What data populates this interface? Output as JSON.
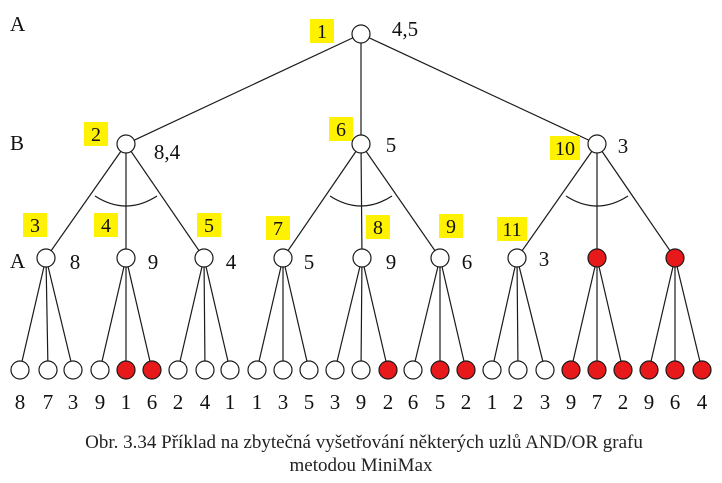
{
  "colors": {
    "line": "#1a1a1a",
    "node_fill": "#ffffff",
    "leaf_pruned": "#e8191a",
    "badge": "#fff200"
  },
  "level_labels": [
    "A",
    "B",
    "A"
  ],
  "nodes": [
    {
      "id": "root",
      "order": "1",
      "value": "4,5",
      "pruned": false
    },
    {
      "id": "b1",
      "order": "2",
      "value": "8,4",
      "pruned": false
    },
    {
      "id": "b2",
      "order": "6",
      "value": "5",
      "pruned": false
    },
    {
      "id": "b3",
      "order": "10",
      "value": "3",
      "pruned": false
    },
    {
      "id": "a1",
      "order": "3",
      "value": "8",
      "pruned": false
    },
    {
      "id": "a2",
      "order": "4",
      "value": "9",
      "pruned": false
    },
    {
      "id": "a3",
      "order": "5",
      "value": "4",
      "pruned": false
    },
    {
      "id": "a4",
      "order": "7",
      "value": "5",
      "pruned": false
    },
    {
      "id": "a5",
      "order": "8",
      "value": "9",
      "pruned": false
    },
    {
      "id": "a6",
      "order": "9",
      "value": "6",
      "pruned": false
    },
    {
      "id": "a7",
      "order": "11",
      "value": "3",
      "pruned": false
    },
    {
      "id": "a8",
      "order": "",
      "value": "",
      "pruned": true
    },
    {
      "id": "a9",
      "order": "",
      "value": "",
      "pruned": true
    }
  ],
  "leaves": [
    {
      "value": "8",
      "pruned": false
    },
    {
      "value": "7",
      "pruned": false
    },
    {
      "value": "3",
      "pruned": false
    },
    {
      "value": "9",
      "pruned": false
    },
    {
      "value": "1",
      "pruned": true
    },
    {
      "value": "6",
      "pruned": true
    },
    {
      "value": "2",
      "pruned": false
    },
    {
      "value": "4",
      "pruned": false
    },
    {
      "value": "1",
      "pruned": false
    },
    {
      "value": "1",
      "pruned": false
    },
    {
      "value": "3",
      "pruned": false
    },
    {
      "value": "5",
      "pruned": false
    },
    {
      "value": "3",
      "pruned": false
    },
    {
      "value": "9",
      "pruned": false
    },
    {
      "value": "2",
      "pruned": true
    },
    {
      "value": "6",
      "pruned": false
    },
    {
      "value": "5",
      "pruned": true
    },
    {
      "value": "2",
      "pruned": true
    },
    {
      "value": "1",
      "pruned": false
    },
    {
      "value": "2",
      "pruned": false
    },
    {
      "value": "3",
      "pruned": false
    },
    {
      "value": "9",
      "pruned": true
    },
    {
      "value": "7",
      "pruned": true
    },
    {
      "value": "2",
      "pruned": true
    },
    {
      "value": "9",
      "pruned": true
    },
    {
      "value": "6",
      "pruned": true
    },
    {
      "value": "4",
      "pruned": true
    }
  ],
  "caption": {
    "line1": "Obr. 3.34   Příklad na zbytečná vyšetřování některých uzlů AND/OR grafu",
    "line2": "metodou MiniMax"
  }
}
